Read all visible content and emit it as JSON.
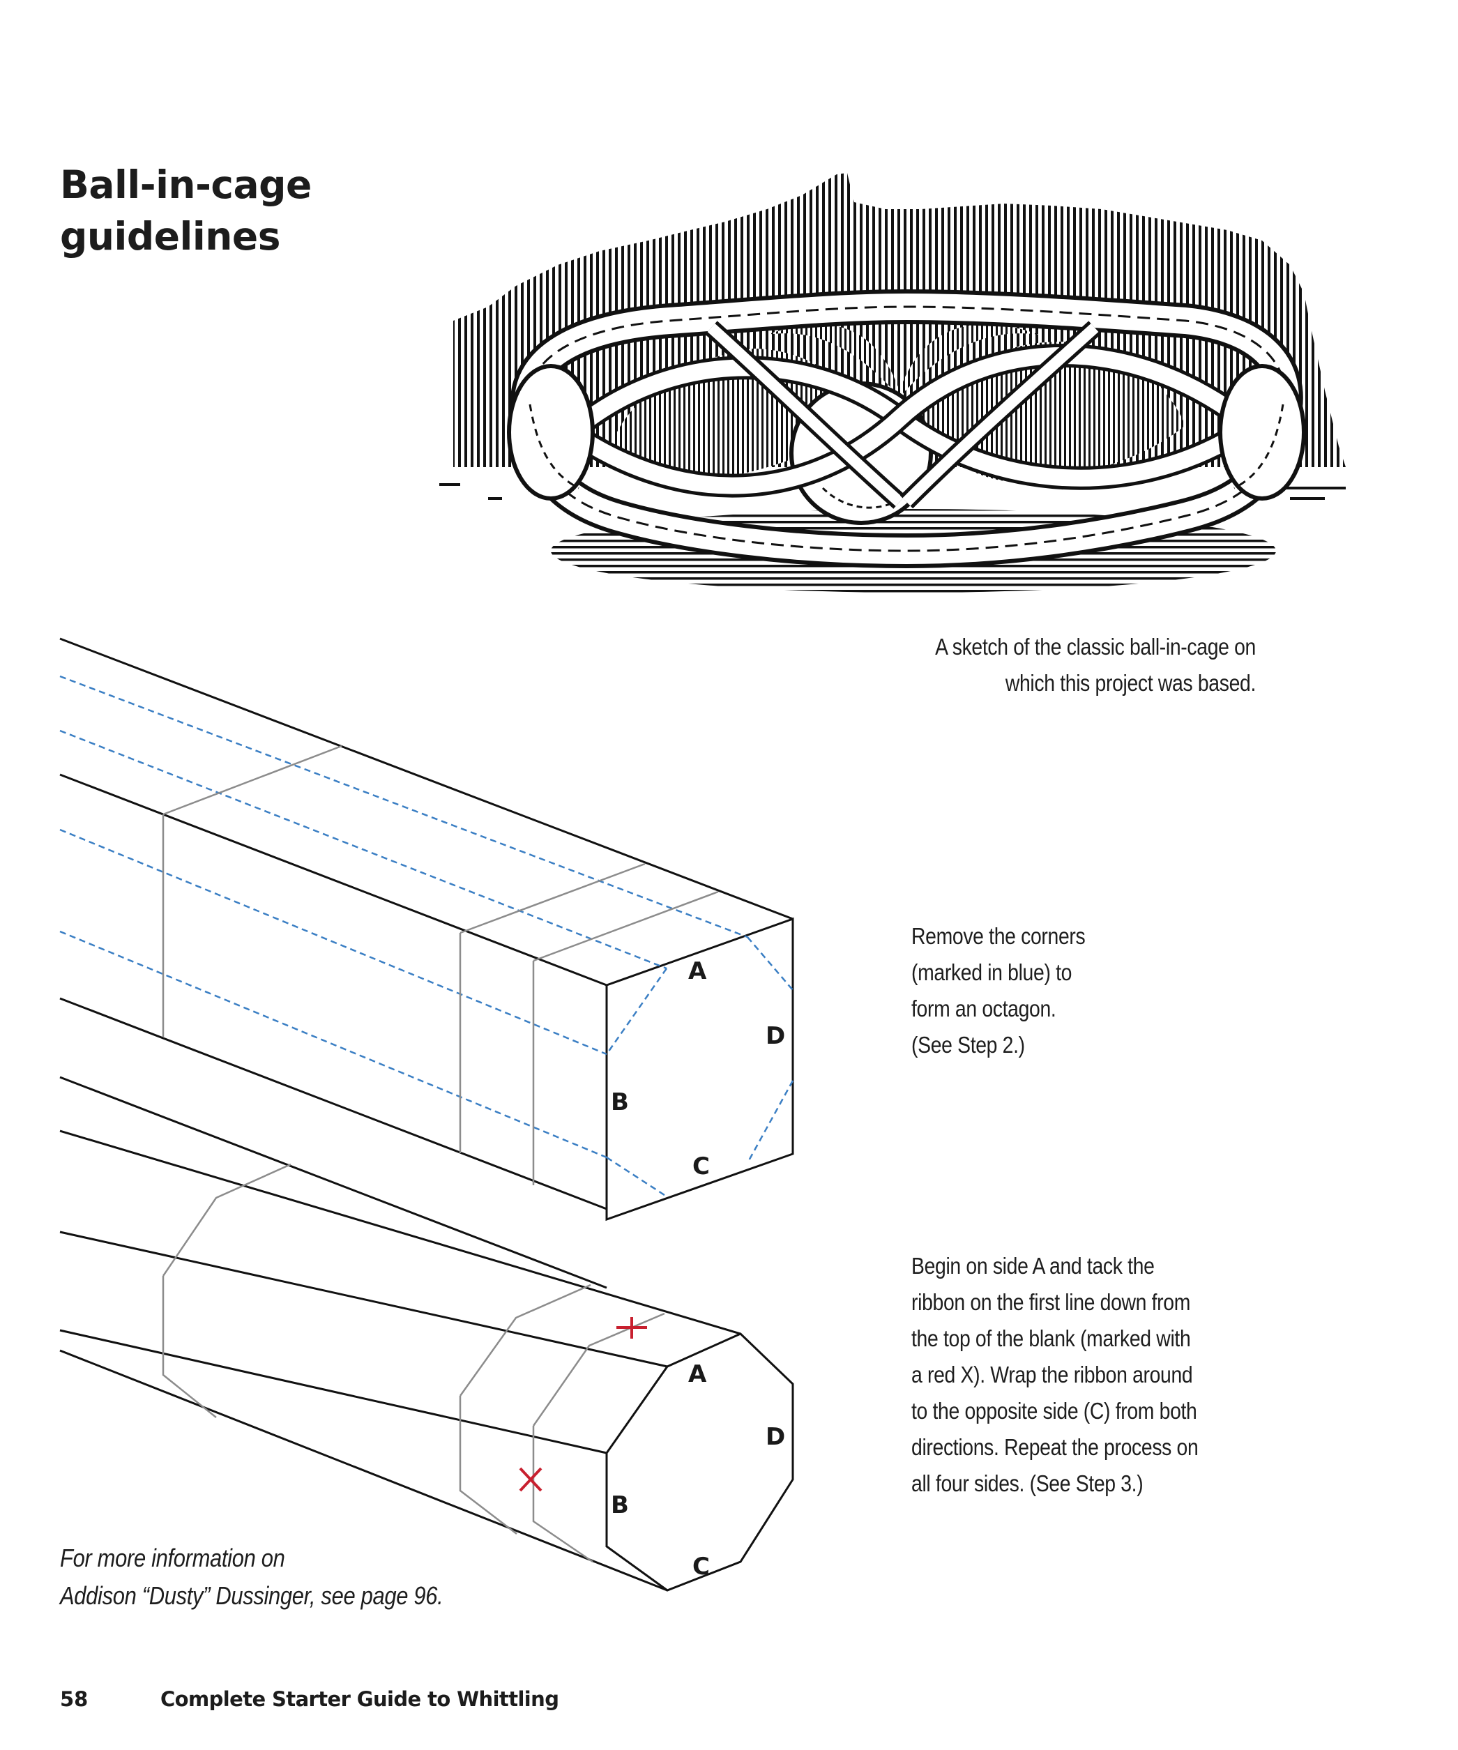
{
  "heading": {
    "line1": "Ball-in-cage",
    "line2": "guidelines"
  },
  "captions": {
    "sketch": {
      "line1": "A sketch of the classic ball-in-cage on",
      "line2": "which this project was based."
    },
    "step2": {
      "line1": "Remove the corners",
      "line2": "(marked in blue) to",
      "line3": "form an octagon.",
      "line4": "(See Step 2.)"
    },
    "step3": {
      "line1": "Begin on side A and  tack the",
      "line2": "ribbon on the first line down from",
      "line3": "the top of the blank (marked with",
      "line4": "a red X). Wrap the ribbon around",
      "line5": "to the opposite side (C) from both",
      "line6": "directions. Repeat the process on",
      "line7": "all four sides. (See Step 3.)"
    },
    "more_info": {
      "line1": "For more information on",
      "line2": "Addison “Dusty” Dussinger, see page 96."
    }
  },
  "diagram_labels": {
    "square_blank": {
      "a": "A",
      "b": "B",
      "c": "C",
      "d": "D"
    },
    "octagon_blank": {
      "a": "A",
      "b": "B",
      "c": "C",
      "d": "D"
    }
  },
  "footer": {
    "page_number": "58",
    "book_title": "Complete Starter Guide to Whittling"
  },
  "colors": {
    "corner_marks": "#3b7fc4",
    "tack_marks": "#c8202f",
    "guide_lines": "#8c8c8c",
    "ink": "#111111"
  }
}
